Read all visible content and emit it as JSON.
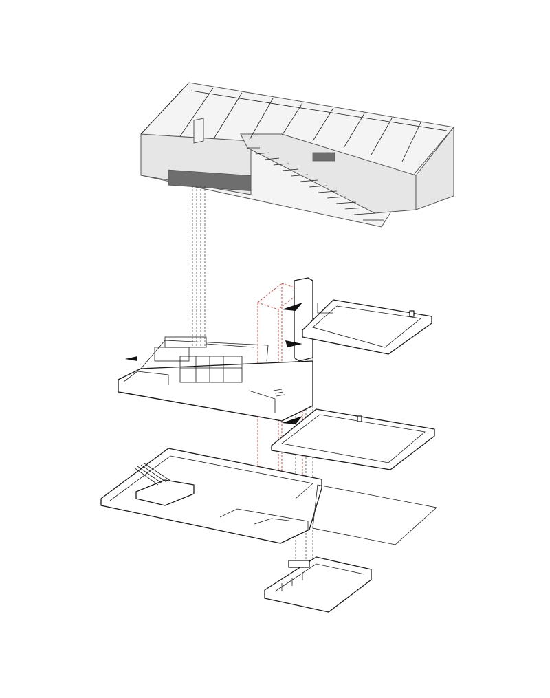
{
  "diagram": {
    "type": "exploded-axonometric",
    "components": [
      {
        "id": "roof",
        "fill": "#e6e6e6"
      },
      {
        "id": "upper-floor-right"
      },
      {
        "id": "first-floor"
      },
      {
        "id": "middle-floor-right"
      },
      {
        "id": "ground-floor"
      },
      {
        "id": "ground-plane"
      },
      {
        "id": "basement"
      },
      {
        "id": "circulation-core",
        "stroke": "#e0302a"
      }
    ],
    "colors": {
      "outline": "#1a1a1a",
      "roof": "#e6e6e6",
      "roof_window": "#6e6e6e",
      "core": "#e0302a",
      "background": "#ffffff"
    }
  }
}
